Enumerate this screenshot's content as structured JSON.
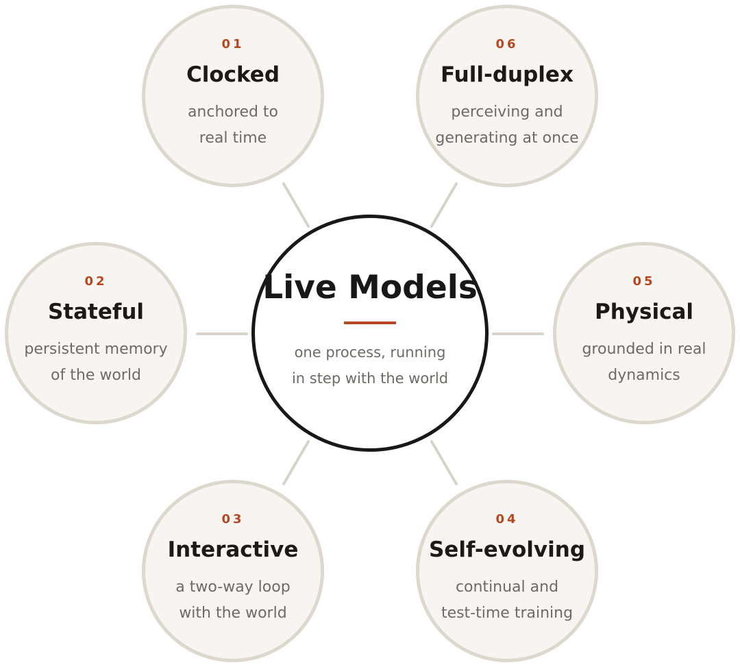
{
  "diagram": {
    "center": {
      "title": "Live Models",
      "description": "one process, running\nin step with the world",
      "accent_color": "#b8471f"
    },
    "nodes": [
      {
        "number": "01",
        "title": "Clocked",
        "description": "anchored to\nreal time"
      },
      {
        "number": "02",
        "title": "Stateful",
        "description": "persistent memory\nof the world"
      },
      {
        "number": "03",
        "title": "Interactive",
        "description": "a two-way loop\nwith the world"
      },
      {
        "number": "04",
        "title": "Self-evolving",
        "description": "continual and\ntest-time training"
      },
      {
        "number": "05",
        "title": "Physical",
        "description": "grounded in real\ndynamics"
      },
      {
        "number": "06",
        "title": "Full-duplex",
        "description": "perceiving and\ngenerating at once"
      }
    ]
  }
}
